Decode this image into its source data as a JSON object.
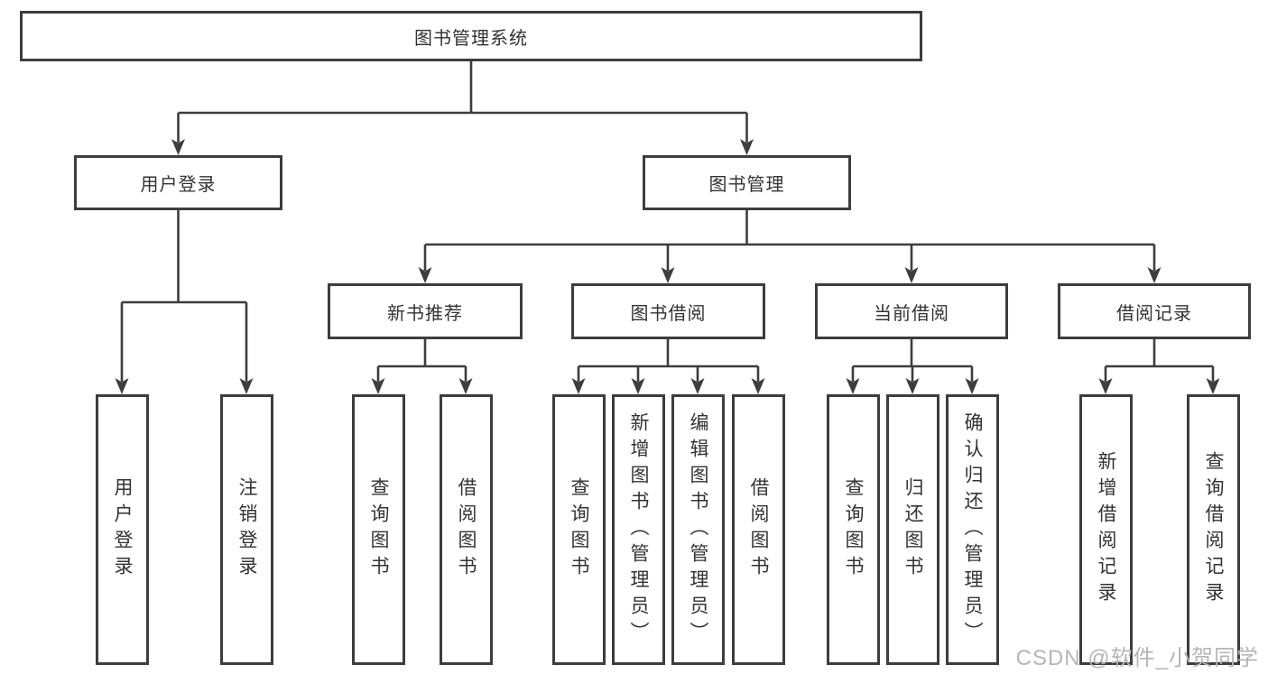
{
  "diagram": {
    "title": "图书管理系统",
    "level2": [
      {
        "label": "用户登录",
        "children": [
          "用户登录",
          "注销登录"
        ]
      },
      {
        "label": "图书管理",
        "sections": [
          {
            "label": "新书推荐",
            "children": [
              "查询图书",
              "借阅图书"
            ]
          },
          {
            "label": "图书借阅",
            "children": [
              "查询图书",
              "新增图书（管理员）",
              "编辑图书（管理员）",
              "借阅图书"
            ]
          },
          {
            "label": "当前借阅",
            "children": [
              "查询图书",
              "归还图书",
              "确认归还（管理员）"
            ]
          },
          {
            "label": "借阅记录",
            "children": [
              "新增借阅记录",
              "查询借阅记录"
            ]
          }
        ]
      }
    ]
  },
  "watermark": "CSDN @软件_小贺同学",
  "colors": {
    "line": "#3d3d3d",
    "text": "#333333",
    "watermark": "#b5b5b5",
    "background": "#ffffff"
  }
}
